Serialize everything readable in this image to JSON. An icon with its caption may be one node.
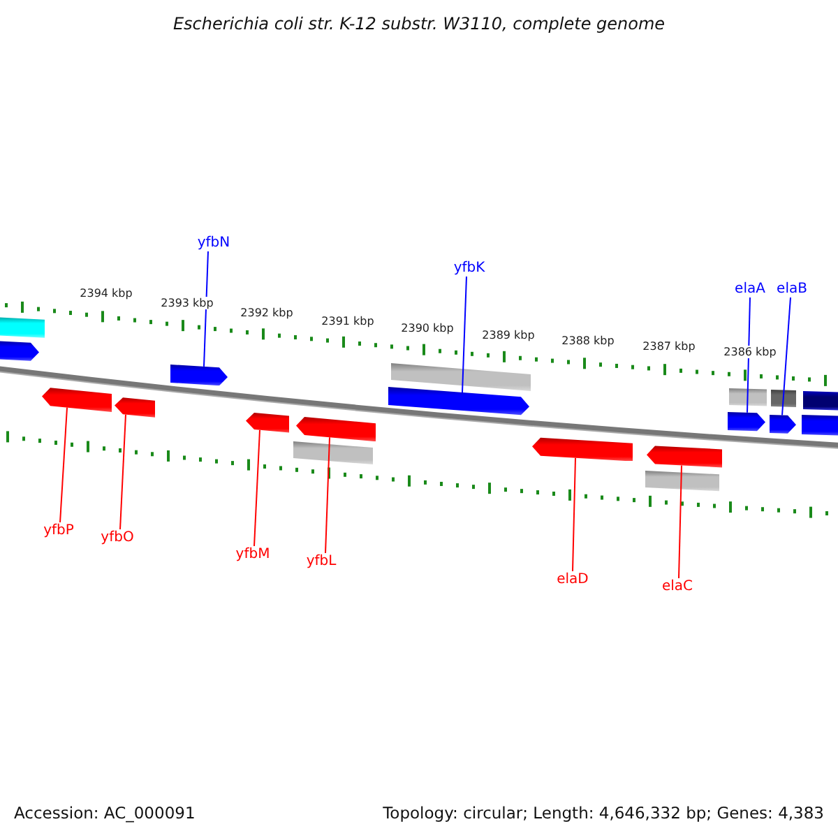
{
  "diagram": {
    "title": "Escherichia coli str. K-12 substr. W3110, complete genome",
    "nodes": [
      {
        "text": [
          "yfbN"
        ]
      },
      {
        "text": [
          "yfbK"
        ]
      },
      {
        "text": [
          "elaA"
        ]
      },
      {
        "text": [
          "elaB"
        ]
      },
      {
        "text": [
          "yfbP"
        ]
      },
      {
        "text": [
          "yfbO"
        ]
      },
      {
        "text": [
          "yfbM"
        ]
      },
      {
        "text": [
          "yfbL"
        ]
      },
      {
        "text": [
          "elaD"
        ]
      },
      {
        "text": [
          "elaC"
        ]
      },
      {
        "text": [],
        "shape": "pentagon"
      },
      {
        "text": [],
        "shape": "pentagon"
      },
      {
        "text": [],
        "shape": "pentagon"
      },
      {
        "text": [],
        "shape": "pentagon"
      },
      {
        "text": [],
        "shape": "pentagon"
      },
      {
        "text": [],
        "shape": "pentagon"
      },
      {
        "text": [],
        "shape": "pentagon"
      },
      {
        "text": [],
        "shape": "pentagon"
      },
      {
        "text": [],
        "shape": "pentagon"
      },
      {
        "text": [],
        "shape": "pentagon"
      }
    ],
    "edges": [
      {
        "from": 0,
        "to": 12,
        "arrow": "none",
        "color": "#0000ff"
      },
      {
        "from": 1,
        "to": 15,
        "arrow": "none",
        "color": "#0000ff"
      },
      {
        "from": 2,
        "to": 18,
        "arrow": "none",
        "color": "#0000ff"
      },
      {
        "from": 3,
        "to": 19,
        "arrow": "none",
        "color": "#0000ff"
      },
      {
        "from": 4,
        "to": 10,
        "arrow": "none"
      },
      {
        "from": 5,
        "to": 11,
        "arrow": "none"
      },
      {
        "from": 6,
        "to": 13,
        "arrow": "none"
      },
      {
        "from": 7,
        "to": 14,
        "arrow": "none"
      },
      {
        "from": 8,
        "to": 16,
        "arrow": "none"
      },
      {
        "from": 9,
        "to": 17,
        "arrow": "none"
      }
    ],
    "labels": [
      "2394 kbp",
      "2393 kbp",
      "2392 kbp",
      "2391 kbp",
      "2390 kbp",
      "2389 kbp",
      "2388 kbp",
      "2387 kbp",
      "2386 kbp",
      "Accession: AC_000091",
      "Topology: circular; Length: 4,646,332 bp; Genes: 4,383"
    ]
  }
}
